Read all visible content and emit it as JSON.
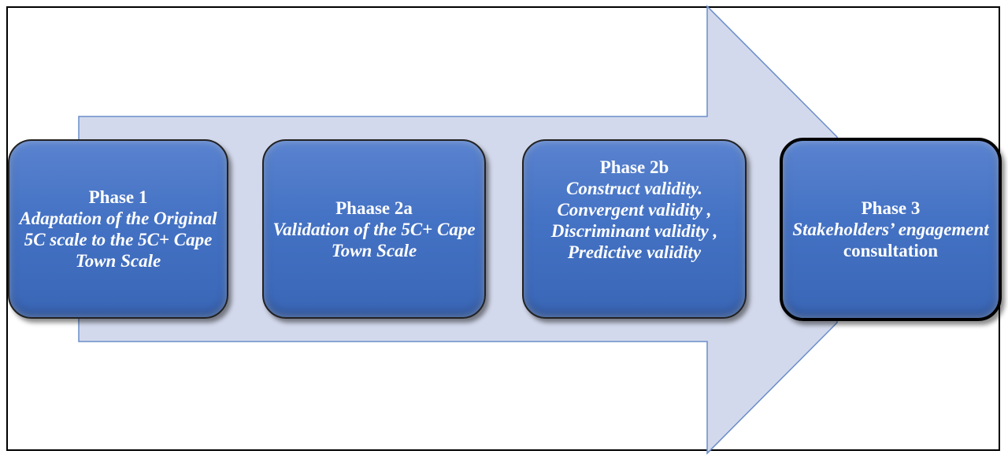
{
  "phases": [
    {
      "title": "Phase 1",
      "description": "Adaptation of the Original 5C scale to the 5C+ Cape Town Scale"
    },
    {
      "title": "Phaase 2a",
      "description": "Validation of the 5C+ Cape Town Scale"
    },
    {
      "title": "Phase 2b",
      "description": "Construct validity. Convergent validity , Discriminant validity , Predictive validity"
    },
    {
      "title": "Phase 3",
      "description_italic": "Stakeholders’ engagement",
      "description_plain": "consultation"
    }
  ],
  "colors": {
    "arrow_fill": "#d3d9ec",
    "arrow_stroke": "#6a8dca",
    "box_fill": "#4472c4",
    "text": "#ffffff"
  }
}
